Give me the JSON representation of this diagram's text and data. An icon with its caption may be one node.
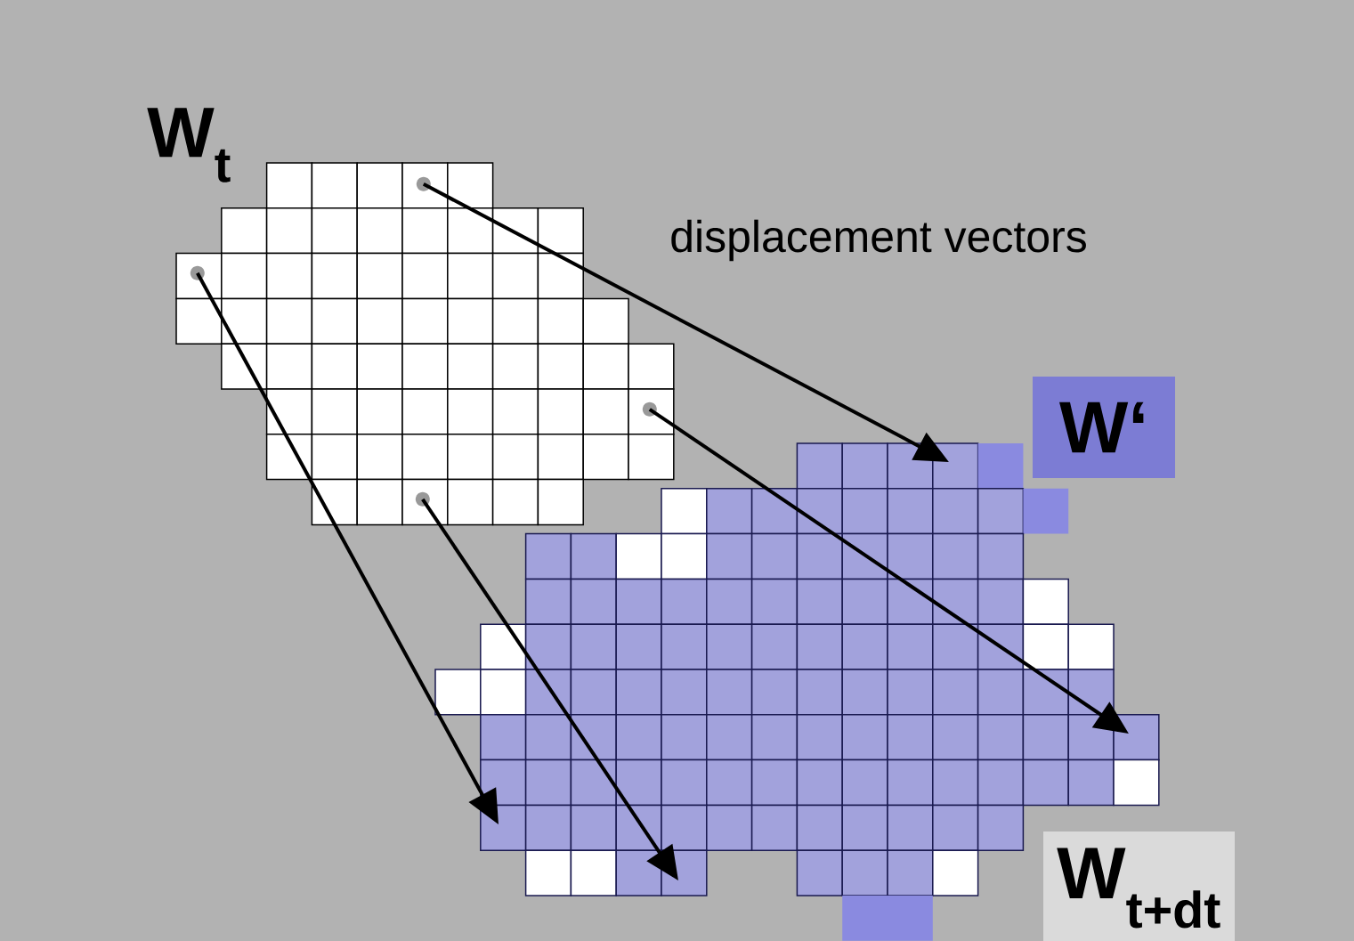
{
  "diagram": {
    "nodes": [
      {
        "text": [
          "W$_{t}$"
        ]
      },
      {
        "text": [],
        "shape": "circle",
        "in": 0
      },
      {
        "text": [],
        "shape": "circle",
        "in": 0
      },
      {
        "text": [],
        "shape": "circle",
        "in": 0
      },
      {
        "text": [],
        "shape": "circle",
        "in": 0
      },
      {
        "text": [
          "W‘"
        ]
      },
      {
        "text": [
          "W$_{t+dt}$"
        ]
      }
    ],
    "edges": [
      {
        "from": 1,
        "to": null,
        "arrow": "to"
      },
      {
        "from": 2,
        "to": null,
        "arrow": "to"
      },
      {
        "from": 3,
        "to": null,
        "arrow": "to"
      },
      {
        "from": 4,
        "to": null,
        "arrow": "to"
      }
    ],
    "labels": [
      "displacement vectors"
    ]
  }
}
